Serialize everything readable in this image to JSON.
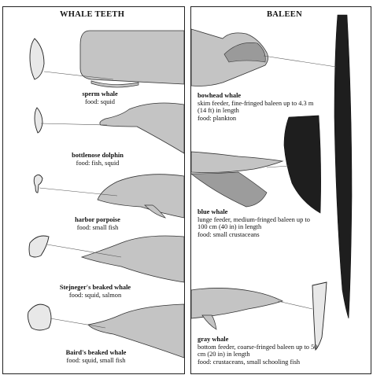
{
  "left": {
    "heading": "WHALE TEETH",
    "species": [
      {
        "name": "sperm whale",
        "food": "food: squid"
      },
      {
        "name": "bottlenose dolphin",
        "food": "food: fish, squid"
      },
      {
        "name": "harbor porpoise",
        "food": "food: small fish"
      },
      {
        "name": "Stejneger's beaked whale",
        "food": "food: squid, salmon"
      },
      {
        "name": "Baird's beaked whale",
        "food": "food: squid, small fish"
      }
    ]
  },
  "right": {
    "heading": "BALEEN",
    "species": [
      {
        "name": "bowhead whale",
        "line1": "skim feeder, fine-fringed baleen up to 4.3 m",
        "line2": "(14 ft) in length",
        "food": "food: plankton"
      },
      {
        "name": "blue whale",
        "line1": "lunge feeder, medium-fringed baleen up to",
        "line2": "100 cm (40 in) in length",
        "food": "food: small crustaceans"
      },
      {
        "name": "gray whale",
        "line1": "bottom feeder, coarse-fringed baleen up to 50",
        "line2": "cm (20 in) in length",
        "food": "food: crustaceans, small schooling fish"
      }
    ]
  },
  "colors": {
    "whale": "#c4c4c4",
    "whale_stroke": "#333333",
    "baleen": "#1e1e1e",
    "tooth": "#e8e8e8"
  }
}
